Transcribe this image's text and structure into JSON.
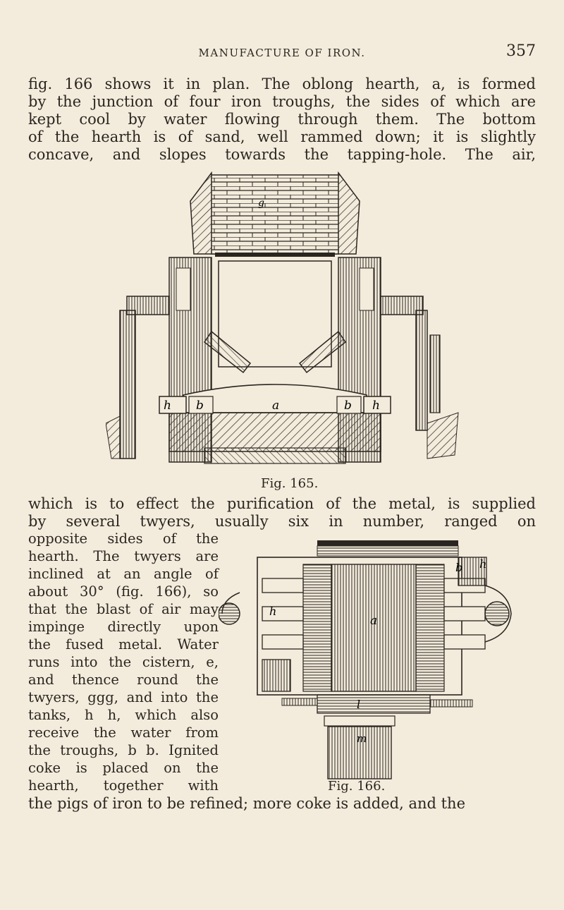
{
  "header": {
    "running_head": "MANUFACTURE OF IRON.",
    "page_number": "357"
  },
  "paragraph_top": [
    "fig. 166 shows it in plan. The oblong hearth, a, is formed",
    "by the junction of four iron troughs, the sides of which are",
    "kept cool by water flowing through them. The bottom",
    "of the hearth is of sand, well rammed down; it is slightly",
    "concave, and slopes towards the tapping-hole. The air,"
  ],
  "figure_165": {
    "caption": "Fig. 165.",
    "labels": {
      "h_left": "h",
      "b_left": "b",
      "a": "a",
      "b_right": "b",
      "h_right": "h",
      "g": "g"
    }
  },
  "paragraph_middle": [
    "which is to effect the purification of the metal, is supplied",
    "by several twyers, usually six in number, ranged on"
  ],
  "paragraph_side": [
    "opposite sides of the",
    "hearth. The twyers are",
    "inclined at an angle of",
    "about 30° (fig. 166), so",
    "that the blast of air may",
    "impinge directly upon",
    "the fused metal. Water",
    "runs into the cistern, e,",
    "and thence round the",
    "twyers, ggg, and into the",
    "tanks, h h, which also",
    "receive the water from",
    "the troughs, b b. Ignited",
    "coke is placed on the",
    "hearth, together with"
  ],
  "figure_166": {
    "caption": "Fig. 166.",
    "labels": {
      "a": "a",
      "b": "b",
      "h_left": "h",
      "h_right": "h",
      "l": "l",
      "m": "m"
    }
  },
  "paragraph_bottom": "the pigs of iron to be refined; more coke is added, and the"
}
